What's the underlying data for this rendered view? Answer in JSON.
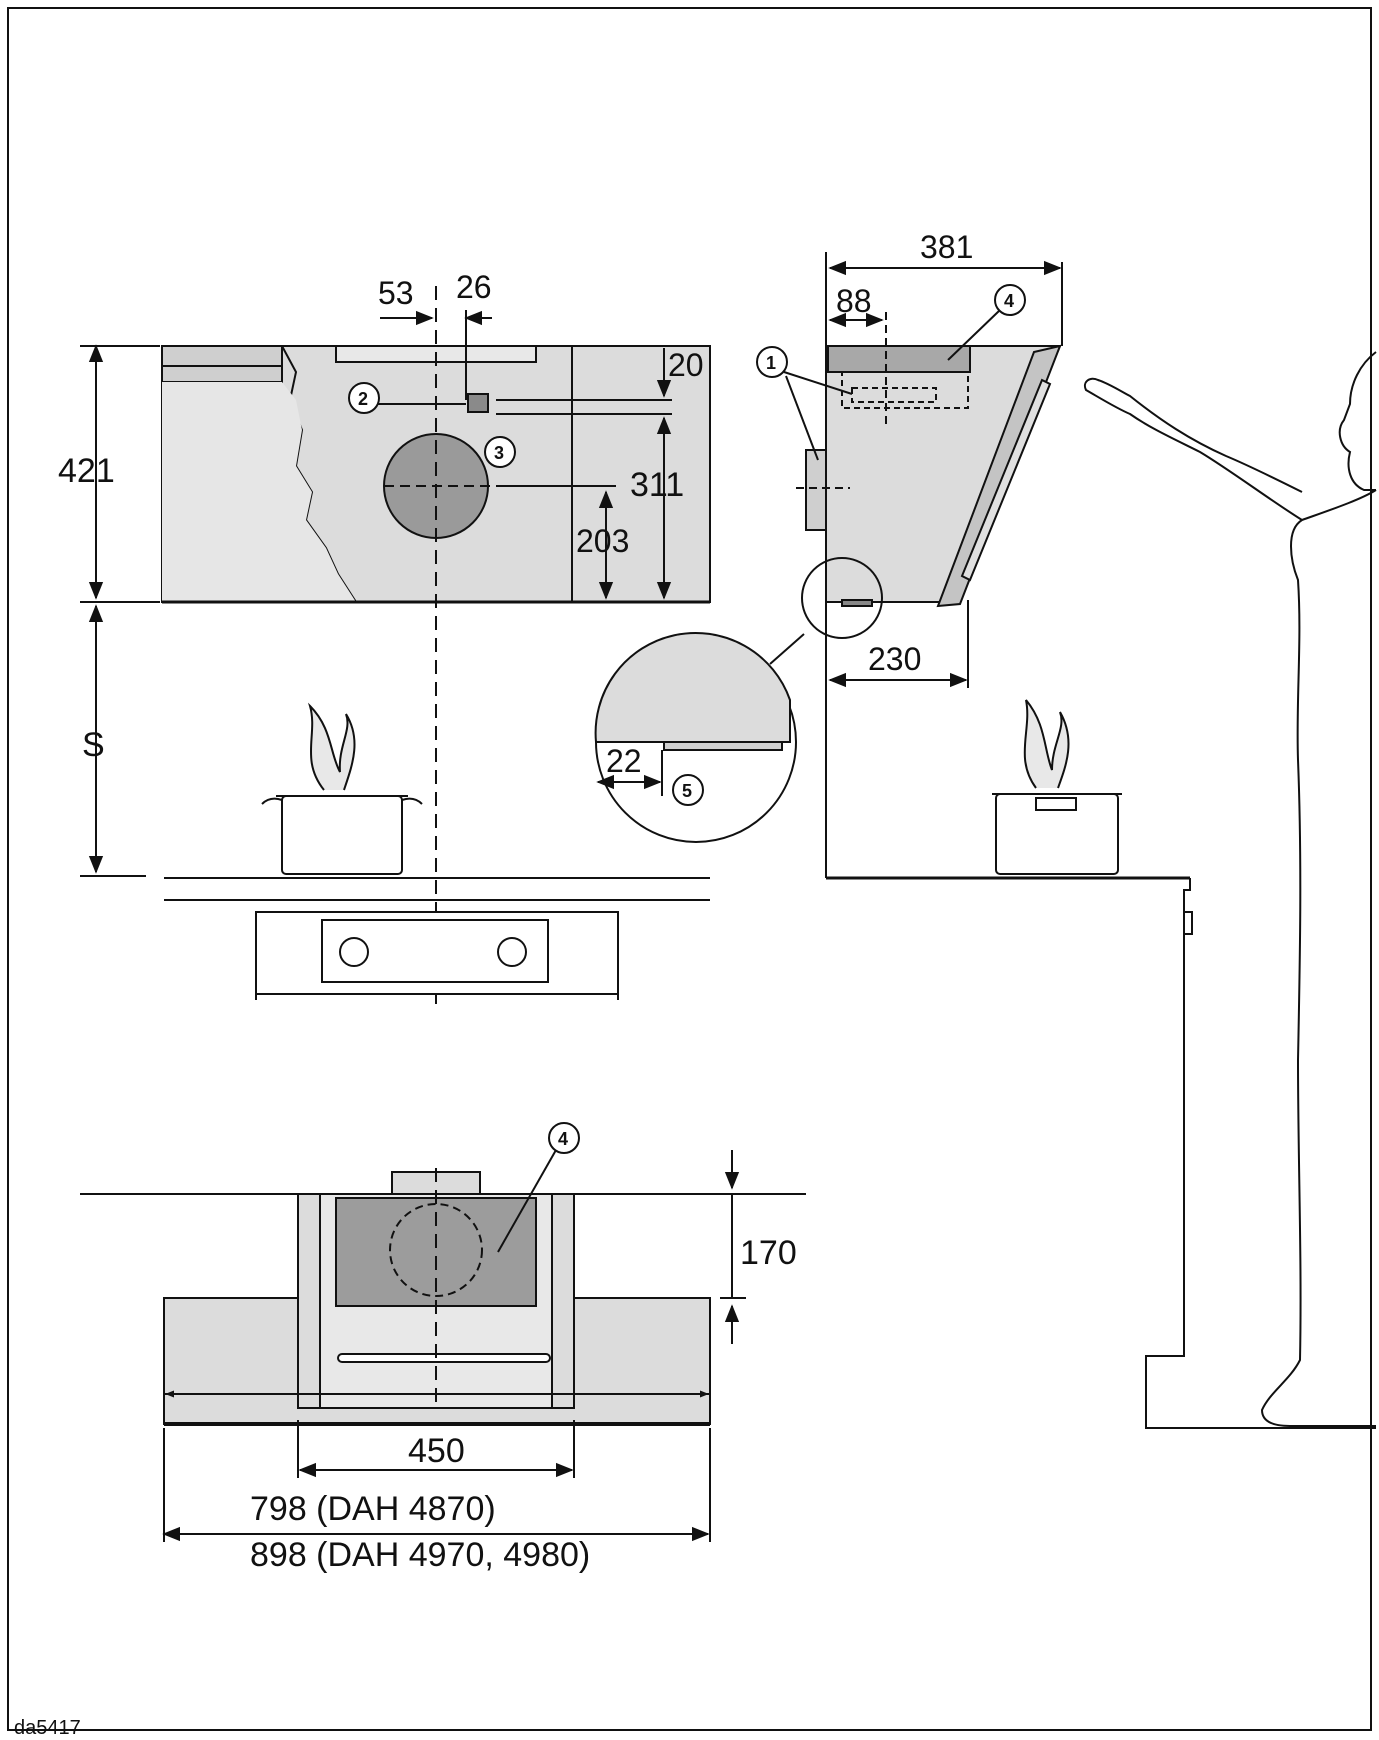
{
  "drawing_code": "da5417",
  "front_view": {
    "height_label": "421",
    "gap_label": "S",
    "offset_53": "53",
    "offset_26": "26",
    "offset_20": "20",
    "height_311": "311",
    "height_203": "203",
    "callout_2": "2",
    "callout_3": "3"
  },
  "side_view": {
    "depth_381": "381",
    "depth_88": "88",
    "depth_230": "230",
    "detail_22": "22",
    "callout_1": "1",
    "callout_4": "4",
    "callout_5": "5"
  },
  "bottom_view": {
    "height_170": "170",
    "width_450": "450",
    "width_798": "798 (DAH 4870)",
    "width_898": "898 (DAH 4970, 4980)",
    "callout_4": "4"
  }
}
